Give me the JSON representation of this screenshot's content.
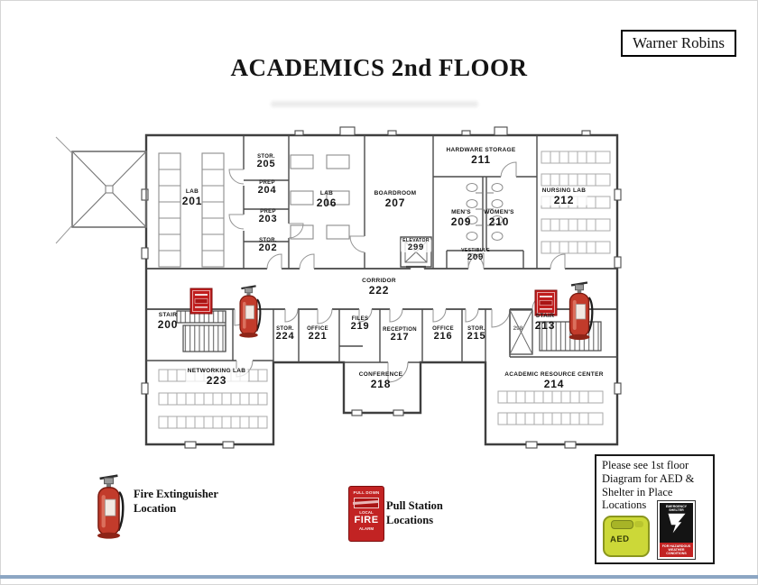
{
  "header": {
    "title": "ACADEMICS 2nd FLOOR",
    "site": "Warner Robins"
  },
  "rooms": [
    {
      "name": "LAB",
      "number": "201"
    },
    {
      "name": "STOR.",
      "number": "205"
    },
    {
      "name": "PREP",
      "number": "204"
    },
    {
      "name": "PREP",
      "number": "203"
    },
    {
      "name": "STOR.",
      "number": "202"
    },
    {
      "name": "LAB",
      "number": "206"
    },
    {
      "name": "BOARDROOM",
      "number": "207"
    },
    {
      "name": "HARDWARE STORAGE",
      "number": "211"
    },
    {
      "name": "MEN'S",
      "number": "209"
    },
    {
      "name": "WOMEN'S",
      "number": "210"
    },
    {
      "name": "NURSING LAB",
      "number": "212"
    },
    {
      "name": "ELEVATOR",
      "number": "299"
    },
    {
      "name": "VESTIBULE",
      "number": "209"
    },
    {
      "name": "CORRIDOR",
      "number": "222"
    },
    {
      "name": "STAIR",
      "number": "200"
    },
    {
      "name": "STOR.",
      "number": "224"
    },
    {
      "name": "OFFICE",
      "number": "221"
    },
    {
      "name": "FILES",
      "number": "219"
    },
    {
      "name": "RECEPTION",
      "number": "217"
    },
    {
      "name": "OFFICE",
      "number": "216"
    },
    {
      "name": "STOR.",
      "number": "215"
    },
    {
      "name": "STAIR",
      "number": "213"
    },
    {
      "name": "NETWORKING LAB",
      "number": "223"
    },
    {
      "name": "CONFERENCE",
      "number": "218"
    },
    {
      "name": "ACADEMIC RESOURCE CENTER",
      "number": "214"
    },
    {
      "name": "",
      "number": "298"
    }
  ],
  "legend": {
    "fire_extinguisher_label": "Fire Extinguisher Location",
    "pull_station_label": "Pull Station Locations",
    "pull_station_sign": {
      "top": "PULL DOWN",
      "local": "LOCAL",
      "fire": "FIRE",
      "alarm": "ALARM"
    }
  },
  "note_box": {
    "text": "Please see 1st floor Diagram for AED & Shelter in Place Locations",
    "aed_label": "AED",
    "shelter_sign": {
      "top": "EMERGENCY SHELTER",
      "bottom": "FOR HAZARDOUS WEATHER CONDITIONS"
    }
  },
  "colors": {
    "alarm_red": "#c22323",
    "aed_green": "#ccd838",
    "wall_gray": "#4a4a4a",
    "frame_blue": "#8ca6c3"
  }
}
